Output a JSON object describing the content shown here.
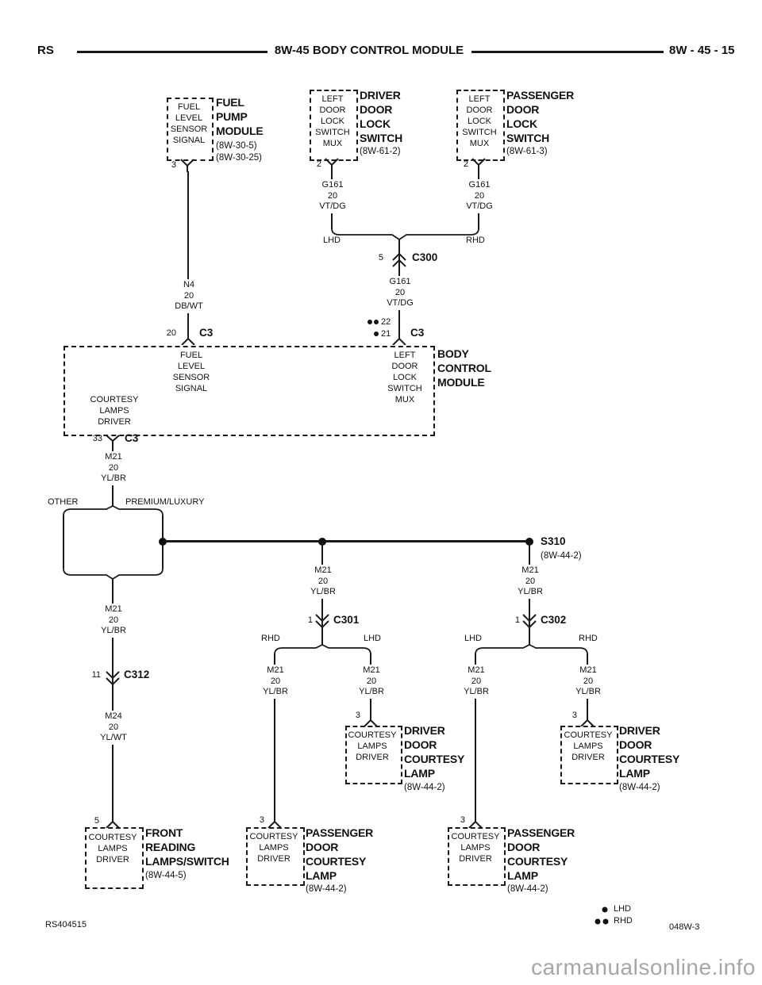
{
  "header": {
    "code": "RS",
    "title": "8W-45 BODY CONTROL MODULE",
    "page": "8W - 45 - 15"
  },
  "components": {
    "fuel_pump_module": {
      "pin": "3",
      "terminal": "FUEL\nLEVEL\nSENSOR\nSIGNAL",
      "name": "FUEL\nPUMP\nMODULE",
      "refs": "(8W-30-5)\n(8W-30-25)"
    },
    "driver_door_lock_switch": {
      "pin": "2",
      "terminal": "LEFT\nDOOR\nLOCK\nSWITCH\nMUX",
      "name": "DRIVER\nDOOR\nLOCK\nSWITCH",
      "refs": "(8W-61-2)"
    },
    "passenger_door_lock_switch": {
      "pin": "2",
      "terminal": "LEFT\nDOOR\nLOCK\nSWITCH\nMUX",
      "name": "PASSENGER\nDOOR\nLOCK\nSWITCH",
      "refs": "(8W-61-3)"
    },
    "body_control_module": {
      "name": "BODY\nCONTROL\nMODULE",
      "terminal_fuel": "FUEL\nLEVEL\nSENSOR\nSIGNAL",
      "terminal_lock": "LEFT\nDOOR\nLOCK\nSWITCH\nMUX",
      "terminal_courtesy": "COURTESY\nLAMPS\nDRIVER"
    },
    "driver_door_courtesy_lamp_c301": {
      "pin": "3",
      "terminal": "COURTESY\nLAMPS\nDRIVER",
      "name": "DRIVER\nDOOR\nCOURTESY\nLAMP",
      "refs": "(8W-44-2)"
    },
    "driver_door_courtesy_lamp_c302": {
      "pin": "3",
      "terminal": "COURTESY\nLAMPS\nDRIVER",
      "name": "DRIVER\nDOOR\nCOURTESY\nLAMP",
      "refs": "(8W-44-2)"
    },
    "front_reading_lamps_switch": {
      "pin": "5",
      "terminal": "COURTESY\nLAMPS\nDRIVER",
      "name": "FRONT\nREADING\nLAMPS/SWITCH",
      "refs": "(8W-44-5)"
    },
    "passenger_door_courtesy_lamp_c301": {
      "pin": "3",
      "terminal": "COURTESY\nLAMPS\nDRIVER",
      "name": "PASSENGER\nDOOR\nCOURTESY\nLAMP",
      "refs": "(8W-44-2)"
    },
    "passenger_door_courtesy_lamp_c302": {
      "pin": "3",
      "terminal": "COURTESY\nLAMPS\nDRIVER",
      "name": "PASSENGER\nDOOR\nCOURTESY\nLAMP",
      "refs": "(8W-44-2)"
    }
  },
  "connectors": {
    "c300": {
      "pin": "5",
      "name": "C300"
    },
    "c3_fuel": {
      "pin": "20",
      "name": "C3"
    },
    "c3_lock": {
      "pin_lhd": "21",
      "pin_rhd": "22",
      "name": "C3"
    },
    "c3_courtesy": {
      "pin": "33",
      "name": "C3"
    },
    "c301": {
      "pin": "1",
      "name": "C301"
    },
    "c302": {
      "pin": "1",
      "name": "C302"
    },
    "c312": {
      "pin": "11",
      "name": "C312"
    }
  },
  "splices": {
    "s310": {
      "name": "S310",
      "ref": "(8W-44-2)"
    }
  },
  "wires": {
    "n4": "N4\n20\nDB/WT",
    "g161": "G161\n20\nVT/DG",
    "m21": "M21\n20\nYL/BR",
    "m24": "M24\n20\nYL/WT"
  },
  "branch_labels": {
    "lhd": "LHD",
    "rhd": "RHD",
    "other": "OTHER",
    "premium_luxury": "PREMIUM/LUXURY"
  },
  "legend": {
    "lhd": "LHD",
    "rhd": "RHD"
  },
  "footer": {
    "doc": "RS404515",
    "sheet": "048W-3",
    "watermark": "carmanualsonline.info"
  },
  "colors": {
    "ink": "#1a1a1a",
    "watermark": "#a6a6a6"
  }
}
